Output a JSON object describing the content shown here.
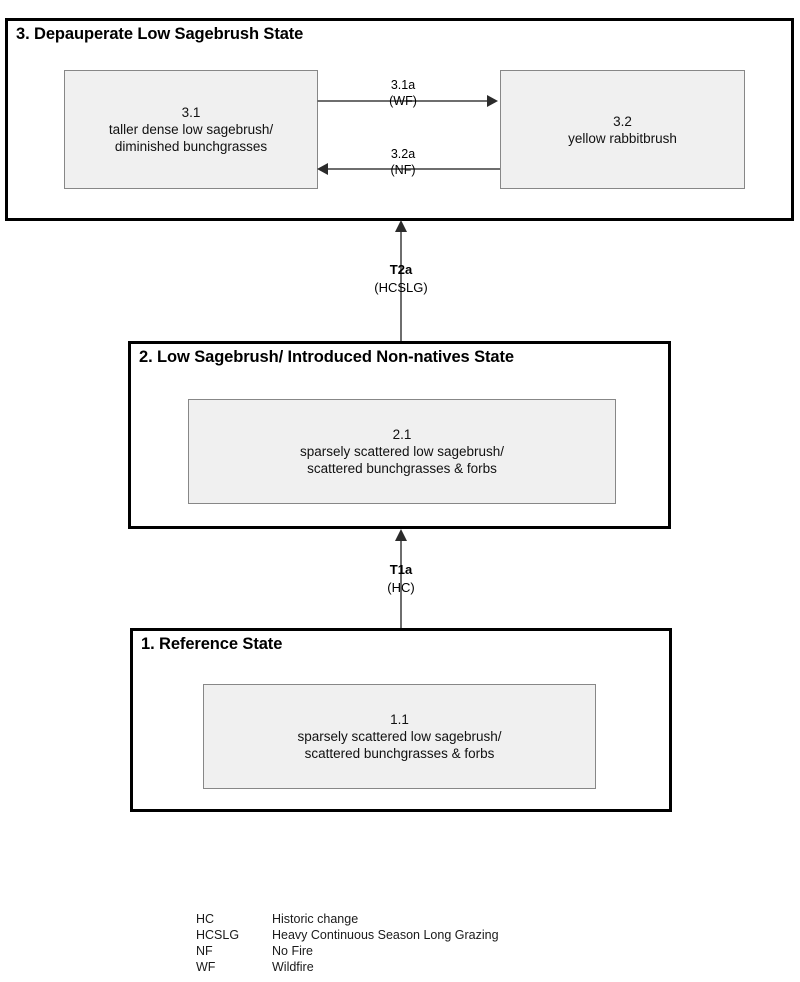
{
  "diagram": {
    "type": "state-and-transition-model",
    "states": [
      {
        "id": "state-3",
        "title": "3. Depauperate Low Sagebrush State",
        "phases": [
          {
            "id": "phase-3-1",
            "number": "3.1",
            "line1": "taller dense low sagebrush/",
            "line2": "diminished bunchgrasses"
          },
          {
            "id": "phase-3-2",
            "number": "3.2",
            "line1": "yellow rabbitbrush",
            "line2": ""
          }
        ]
      },
      {
        "id": "state-2",
        "title": "2. Low Sagebrush/ Introduced Non-natives State",
        "phases": [
          {
            "id": "phase-2-1",
            "number": "2.1",
            "line1": "sparsely scattered low sagebrush/",
            "line2": "scattered bunchgrasses & forbs"
          }
        ]
      },
      {
        "id": "state-1",
        "title": "1. Reference State",
        "phases": [
          {
            "id": "phase-1-1",
            "number": "1.1",
            "line1": "sparsely scattered low sagebrush/",
            "line2": "scattered bunchgrasses & forbs"
          }
        ]
      }
    ],
    "pathways": [
      {
        "id": "pathway-3-1a",
        "code": "3.1a",
        "driver": "(WF)",
        "from": "3.1",
        "to": "3.2",
        "direction": "right"
      },
      {
        "id": "pathway-3-2a",
        "code": "3.2a",
        "driver": "(NF)",
        "from": "3.2",
        "to": "3.1",
        "direction": "left"
      }
    ],
    "transitions": [
      {
        "id": "transition-t2a",
        "code": "T2a",
        "driver": "(HCSLG)",
        "from": "2",
        "to": "3",
        "direction": "up"
      },
      {
        "id": "transition-t1a",
        "code": "T1a",
        "driver": "(HC)",
        "from": "1",
        "to": "2",
        "direction": "up"
      }
    ]
  },
  "legend": {
    "rows": [
      {
        "abbr": "HC",
        "desc": "Historic change"
      },
      {
        "abbr": "HCSLG",
        "desc": "Heavy Continuous Season Long Grazing"
      },
      {
        "abbr": "NF",
        "desc": "No Fire"
      },
      {
        "abbr": "WF",
        "desc": "Wildfire"
      }
    ]
  },
  "colors": {
    "outer_border": "#000000",
    "inner_fill": "#f0f0f0",
    "inner_border": "#878787",
    "connector": "#6e6e6e",
    "arrowhead": "#2b2b2b",
    "background": "#ffffff"
  }
}
